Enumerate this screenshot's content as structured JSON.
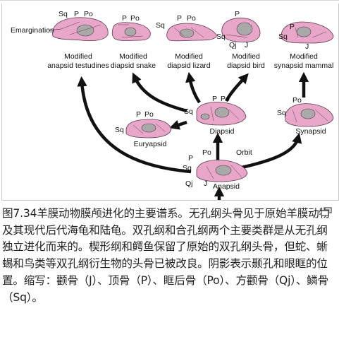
{
  "diagram": {
    "emargination_label": "Emargination",
    "bone_labels": {
      "squamosal": "Sq",
      "parietal": "P",
      "postorbital": "Po",
      "quadratojugal": "Qj",
      "jugal": "J",
      "orbit": "Orbit"
    },
    "top_row": [
      {
        "line1": "Modified",
        "line2": "anapsid testudines"
      },
      {
        "line1": "Modified",
        "line2": "diapsid snake"
      },
      {
        "line1": "Modified",
        "line2": "diapsid lizard"
      },
      {
        "line1": "Modified",
        "line2": "diapsid bird"
      },
      {
        "line1": "Modified",
        "line2": "synapsid mammal"
      }
    ],
    "diapsid": "Diapsid",
    "euryapsid": "Euryapsid",
    "synapsid": "Synapsid",
    "anapsid": "Anapsid",
    "colors": {
      "skull_fill": "#e8a6c9",
      "skull_stroke": "#5a3a4a",
      "opening_fill": "#a9a9a9",
      "arrow": "#111111"
    }
  },
  "caption": {
    "text": "图7.34羊膜动物膜颅进化的主要谱系。无孔纲头骨见于原始羊膜动物及其现代后代海龟和陆龟。双孔纲和合孔纲两个主要类群是从无孔纲独立进化而来的。楔形纲和鳄鱼保留了原始的双孔纲头骨，但蛇、蜥蜴和鸟类等双孔纲衍生物的头骨已被改良。阴影表示颞孔和眼眶的位置。缩写：颧骨（J）、顶骨（P）、眶后骨（Po）、方颧骨（Qj）、鳞骨（Sq）。"
  }
}
